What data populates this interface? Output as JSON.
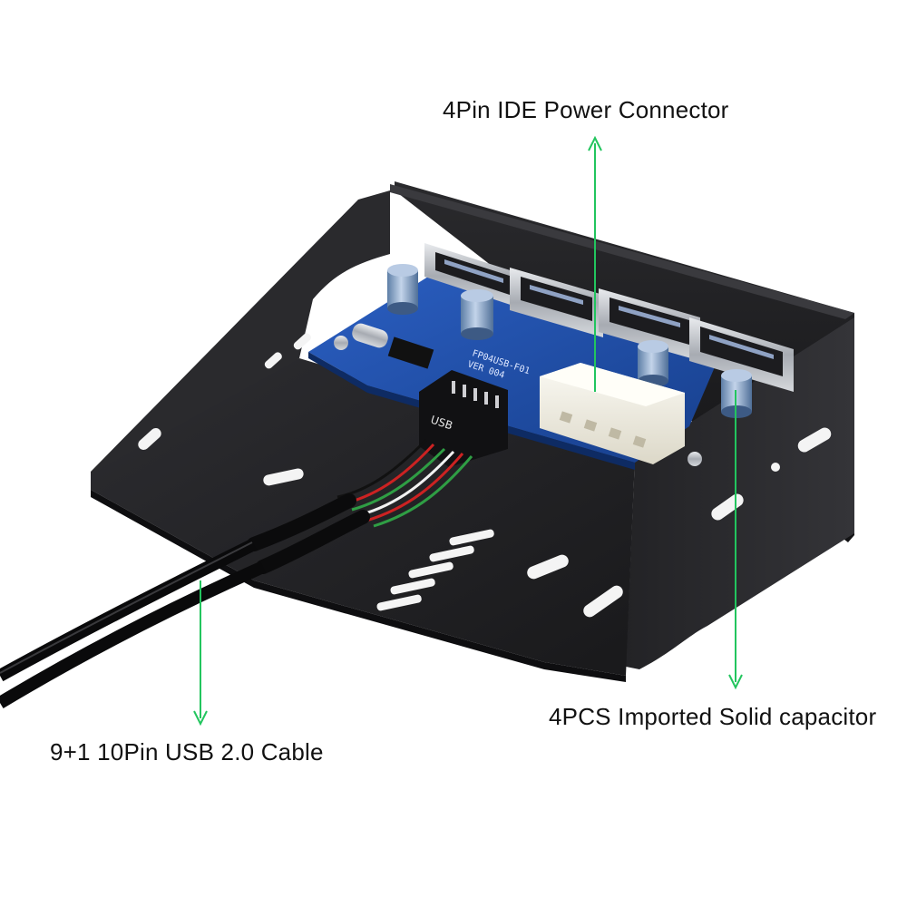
{
  "annotations": {
    "power_connector": "4Pin IDE Power Connector",
    "capacitor": "4PCS Imported Solid capacitor",
    "cable": "9+1 10Pin USB 2.0 Cable"
  },
  "board": {
    "model_text": "FP04USB-F01",
    "version_text": "VER 004",
    "header_label": "USB"
  },
  "colors": {
    "arrow": "#22c55e",
    "bracket": "#1b1b1d",
    "pcb": "#2350a8",
    "connector": "#f3f0e6"
  }
}
